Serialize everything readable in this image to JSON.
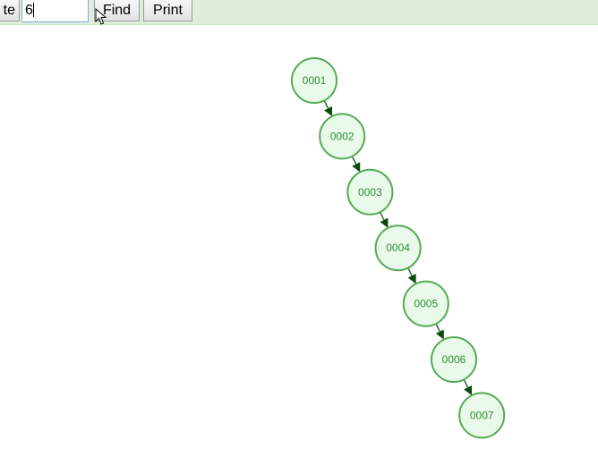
{
  "toolbar": {
    "partial_button_label": "te",
    "value_input": "6",
    "find_label": "Find",
    "print_label": "Print"
  },
  "tree": {
    "nodes": [
      {
        "label": "0001"
      },
      {
        "label": "0002"
      },
      {
        "label": "0003"
      },
      {
        "label": "0004"
      },
      {
        "label": "0005"
      },
      {
        "label": "0006"
      },
      {
        "label": "0007"
      }
    ]
  },
  "colors": {
    "toolbar_bg": "#deeedb",
    "node_fill": "#eafaea",
    "node_stroke": "#55aa55",
    "node_text": "#2f8f2f",
    "edge": "#2e6b2e",
    "arrow": "#0c4a0c"
  }
}
